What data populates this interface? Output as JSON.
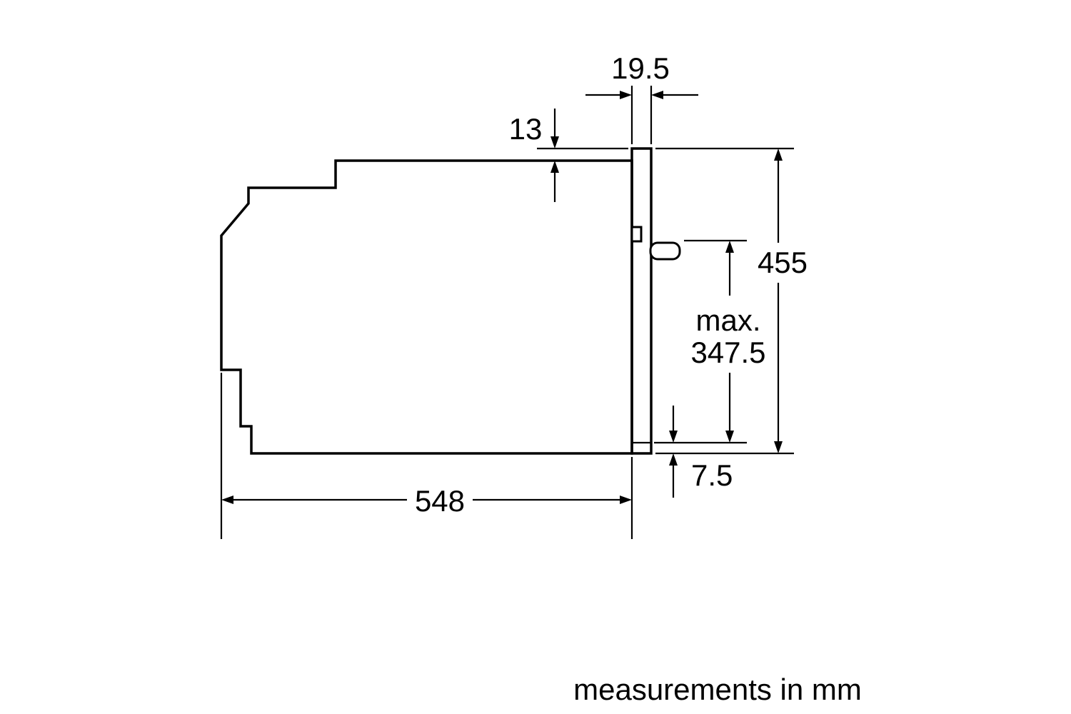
{
  "diagram": {
    "footer": "measurements in mm",
    "dimensions": {
      "panel_thickness": "19.5",
      "top_overhang": "13",
      "total_height": "455",
      "handle_max_label": "max.",
      "handle_max_value": "347.5",
      "bottom_gap": "7.5",
      "body_depth": "548"
    },
    "colors": {
      "line": "#000000",
      "background": "#ffffff"
    }
  }
}
